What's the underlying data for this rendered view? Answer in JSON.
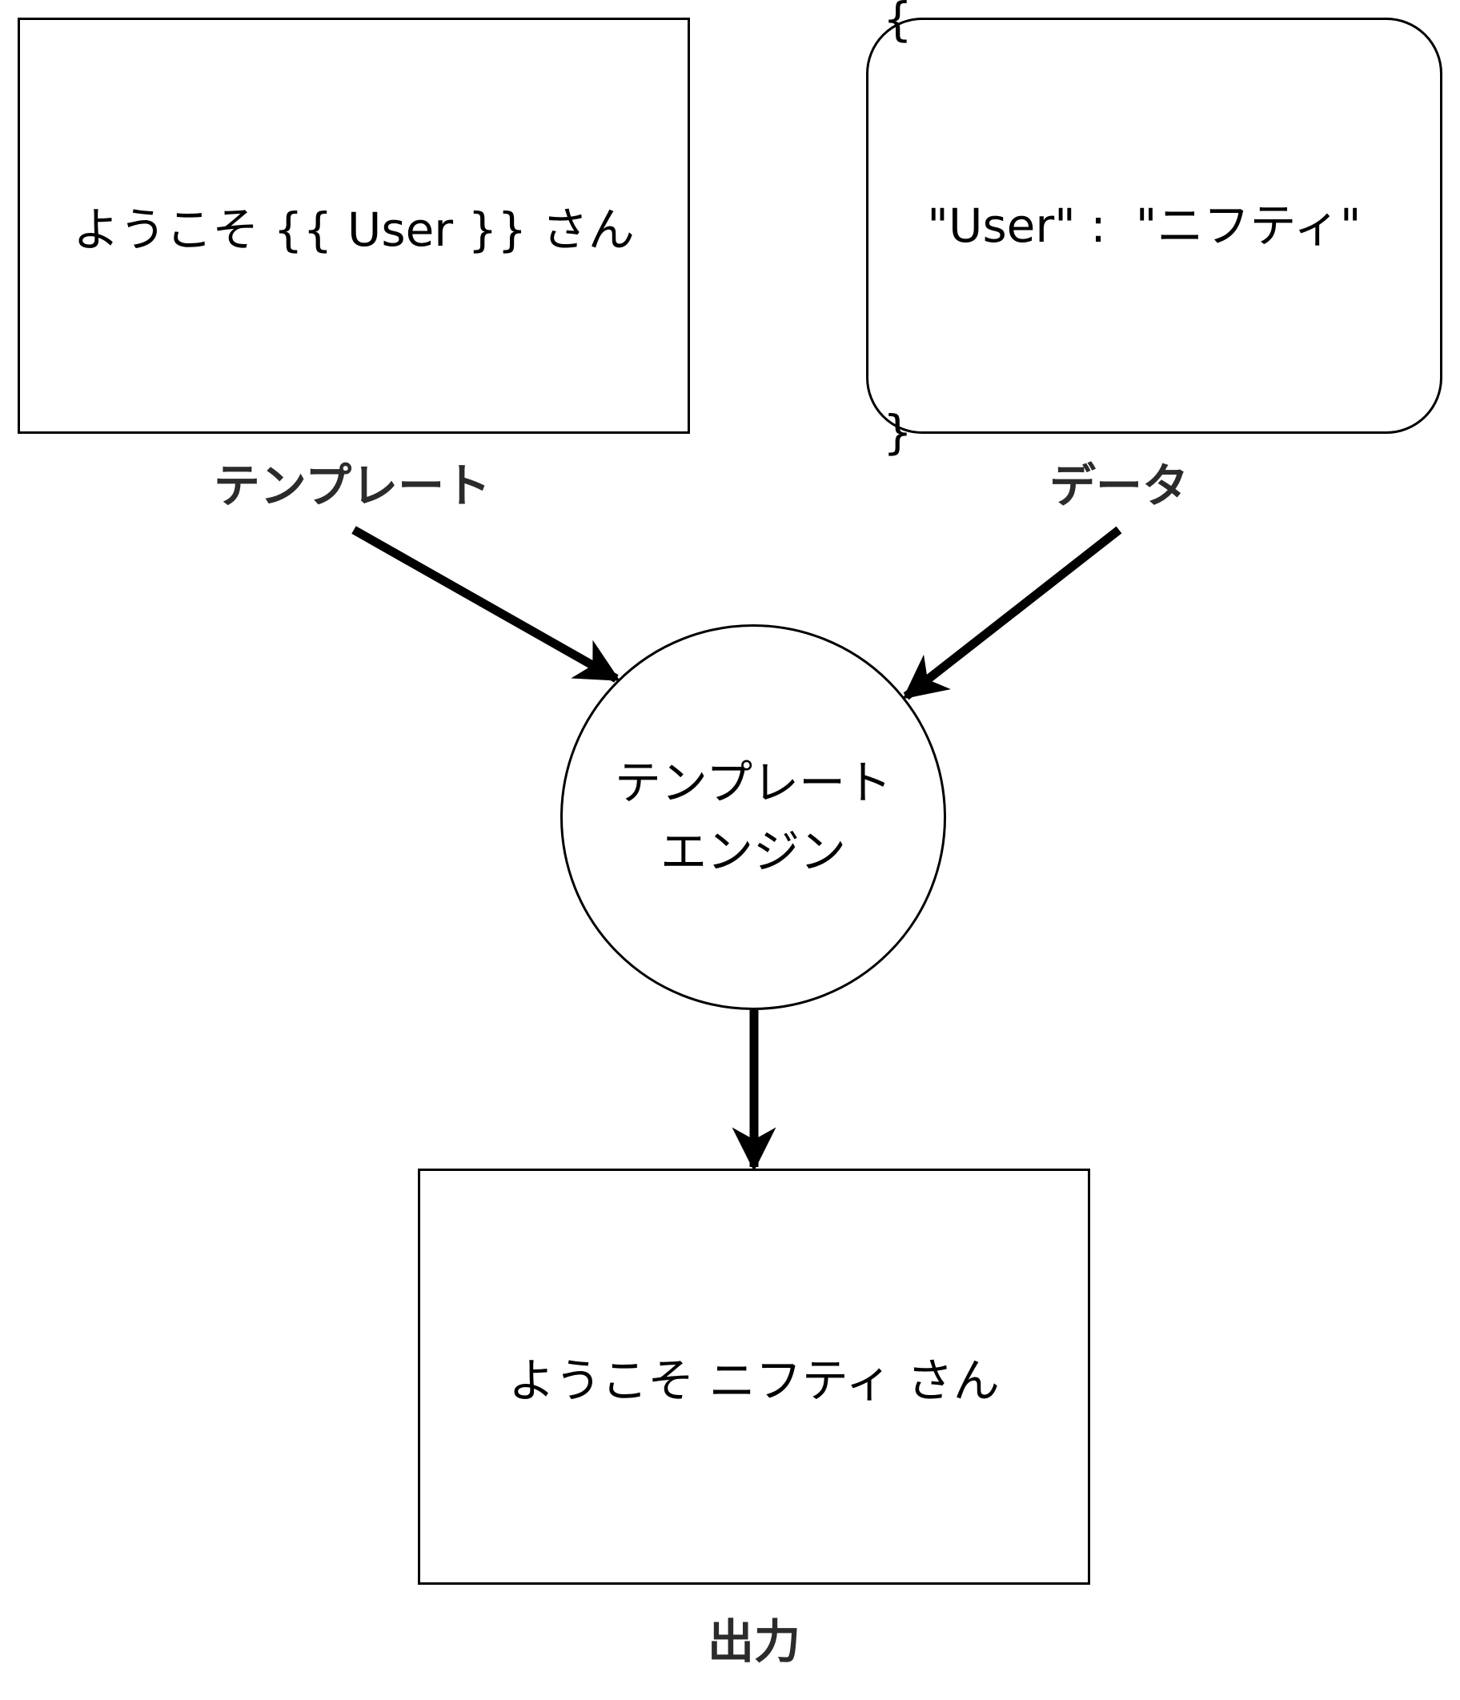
{
  "template": {
    "content": "ようこそ {{ User }} さん",
    "caption": "テンプレート"
  },
  "data": {
    "lines": [
      "{",
      "   \"User\" :  \"ニフティ\"",
      "}"
    ],
    "caption": "データ"
  },
  "engine": {
    "lines": [
      "テンプレート",
      "エンジン"
    ]
  },
  "output": {
    "content": "ようこそ ニフティ さん",
    "caption": "出力"
  },
  "colors": {
    "stroke": "#000000",
    "caption": "#2b2b2b",
    "background": "#ffffff"
  }
}
